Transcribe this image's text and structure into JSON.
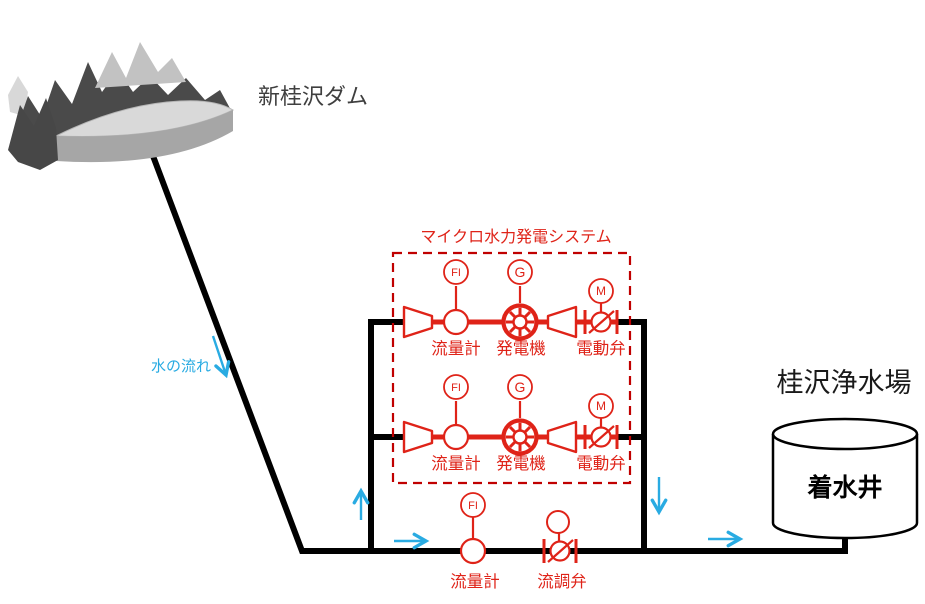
{
  "colors": {
    "pipe_black": "#000000",
    "symbol_red": "#df2318",
    "box_red": "#c00000",
    "flow_blue": "#29abe2",
    "mountain_dark": "#4a4a4a",
    "mountain_light": "#c2c2c2",
    "dam_top": "#d9d9d9",
    "dam_rim": "#a6a6a6"
  },
  "dam": {
    "label": "新桂沢ダム"
  },
  "flow": {
    "label": "水の流れ"
  },
  "system": {
    "title": "マイクロ水力発電システム",
    "branches": [
      {
        "flow_meter_tag": "FI",
        "flow_meter_label": "流量計",
        "generator_tag": "G",
        "generator_label": "発電機",
        "valve_tag": "M",
        "valve_label": "電動弁"
      },
      {
        "flow_meter_tag": "FI",
        "flow_meter_label": "流量計",
        "generator_tag": "G",
        "generator_label": "発電機",
        "valve_tag": "M",
        "valve_label": "電動弁"
      }
    ]
  },
  "bypass": {
    "flow_meter_tag": "FI",
    "flow_meter_label": "流量計",
    "valve_label": "流調弁"
  },
  "plant": {
    "title": "桂沢浄水場",
    "tank_label": "着水井"
  }
}
